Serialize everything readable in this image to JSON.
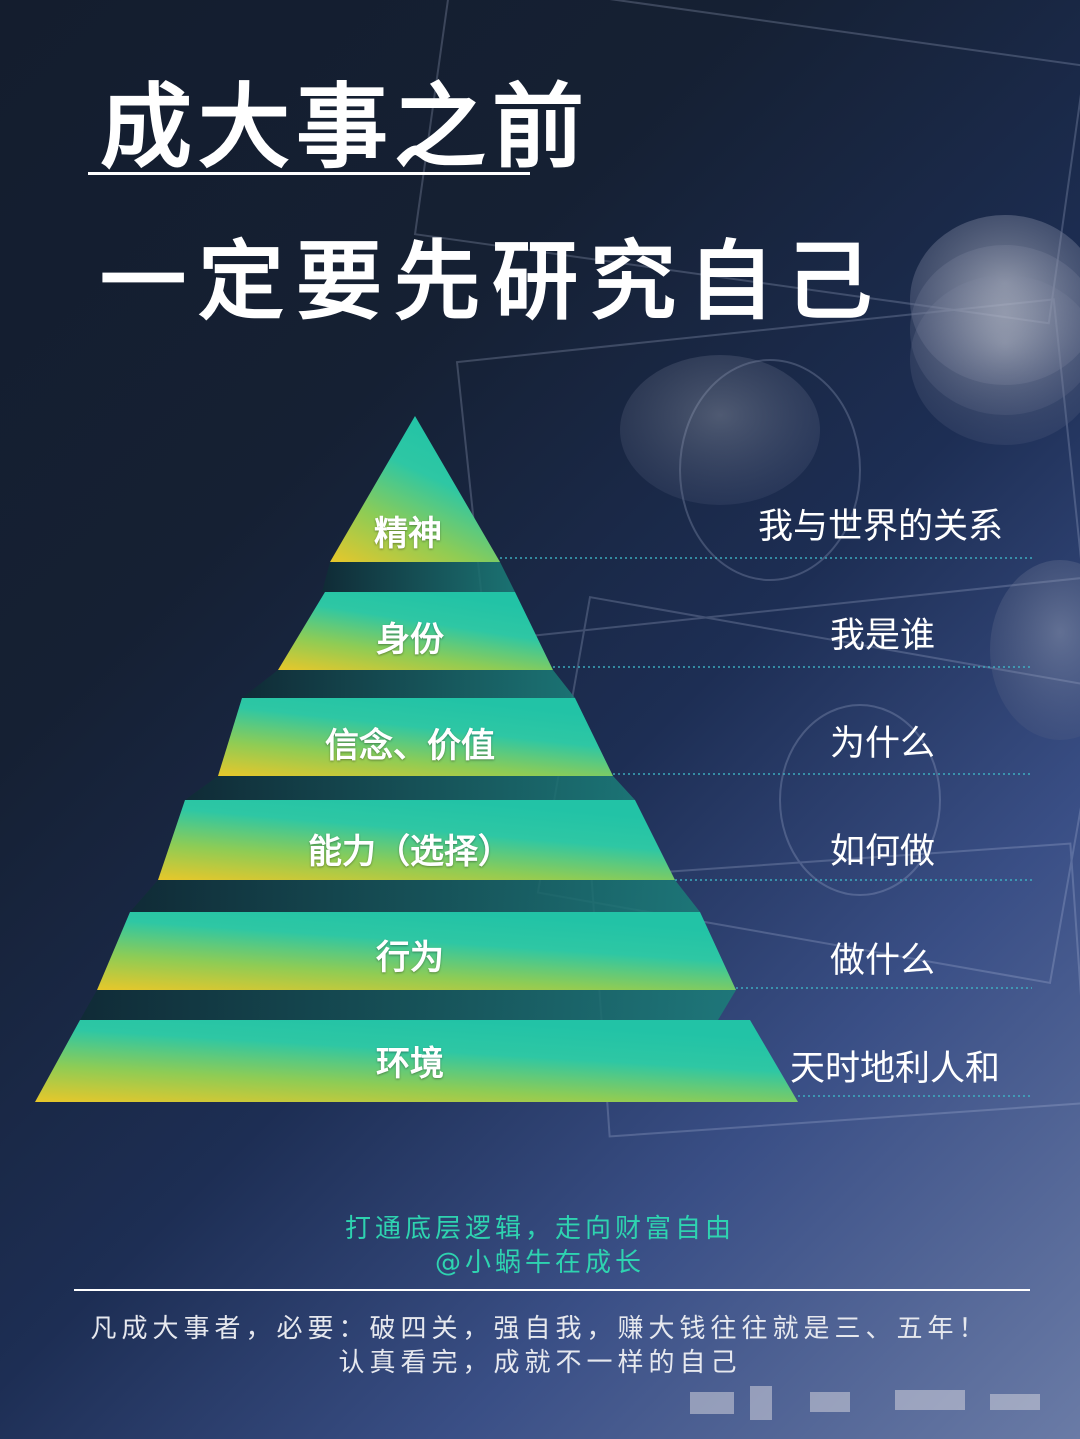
{
  "title": {
    "line1": "成大事之前",
    "line2": "一定要先研究自己"
  },
  "pyramid": {
    "levels": [
      {
        "label": "精神",
        "question": "我与世界的关系"
      },
      {
        "label": "身份",
        "question": "我是谁"
      },
      {
        "label": "信念、价值",
        "question": "为什么"
      },
      {
        "label": "能力（选择）",
        "question": "如何做"
      },
      {
        "label": "行为",
        "question": "做什么"
      },
      {
        "label": "环境",
        "question": "天时地利人和"
      }
    ]
  },
  "footer": {
    "slogan_line1": "打通底层逻辑，走向财富自由",
    "slogan_line2": "@小蜗牛在成长",
    "text_line1": "凡成大事者，必要：破四关，强自我，赚大钱往往就是三、五年！",
    "text_line2": "认真看完，成就不一样的自己"
  },
  "colors": {
    "teal": "#22c3a6",
    "yellow": "#e6c52a",
    "slogan": "#2ed3b0"
  }
}
